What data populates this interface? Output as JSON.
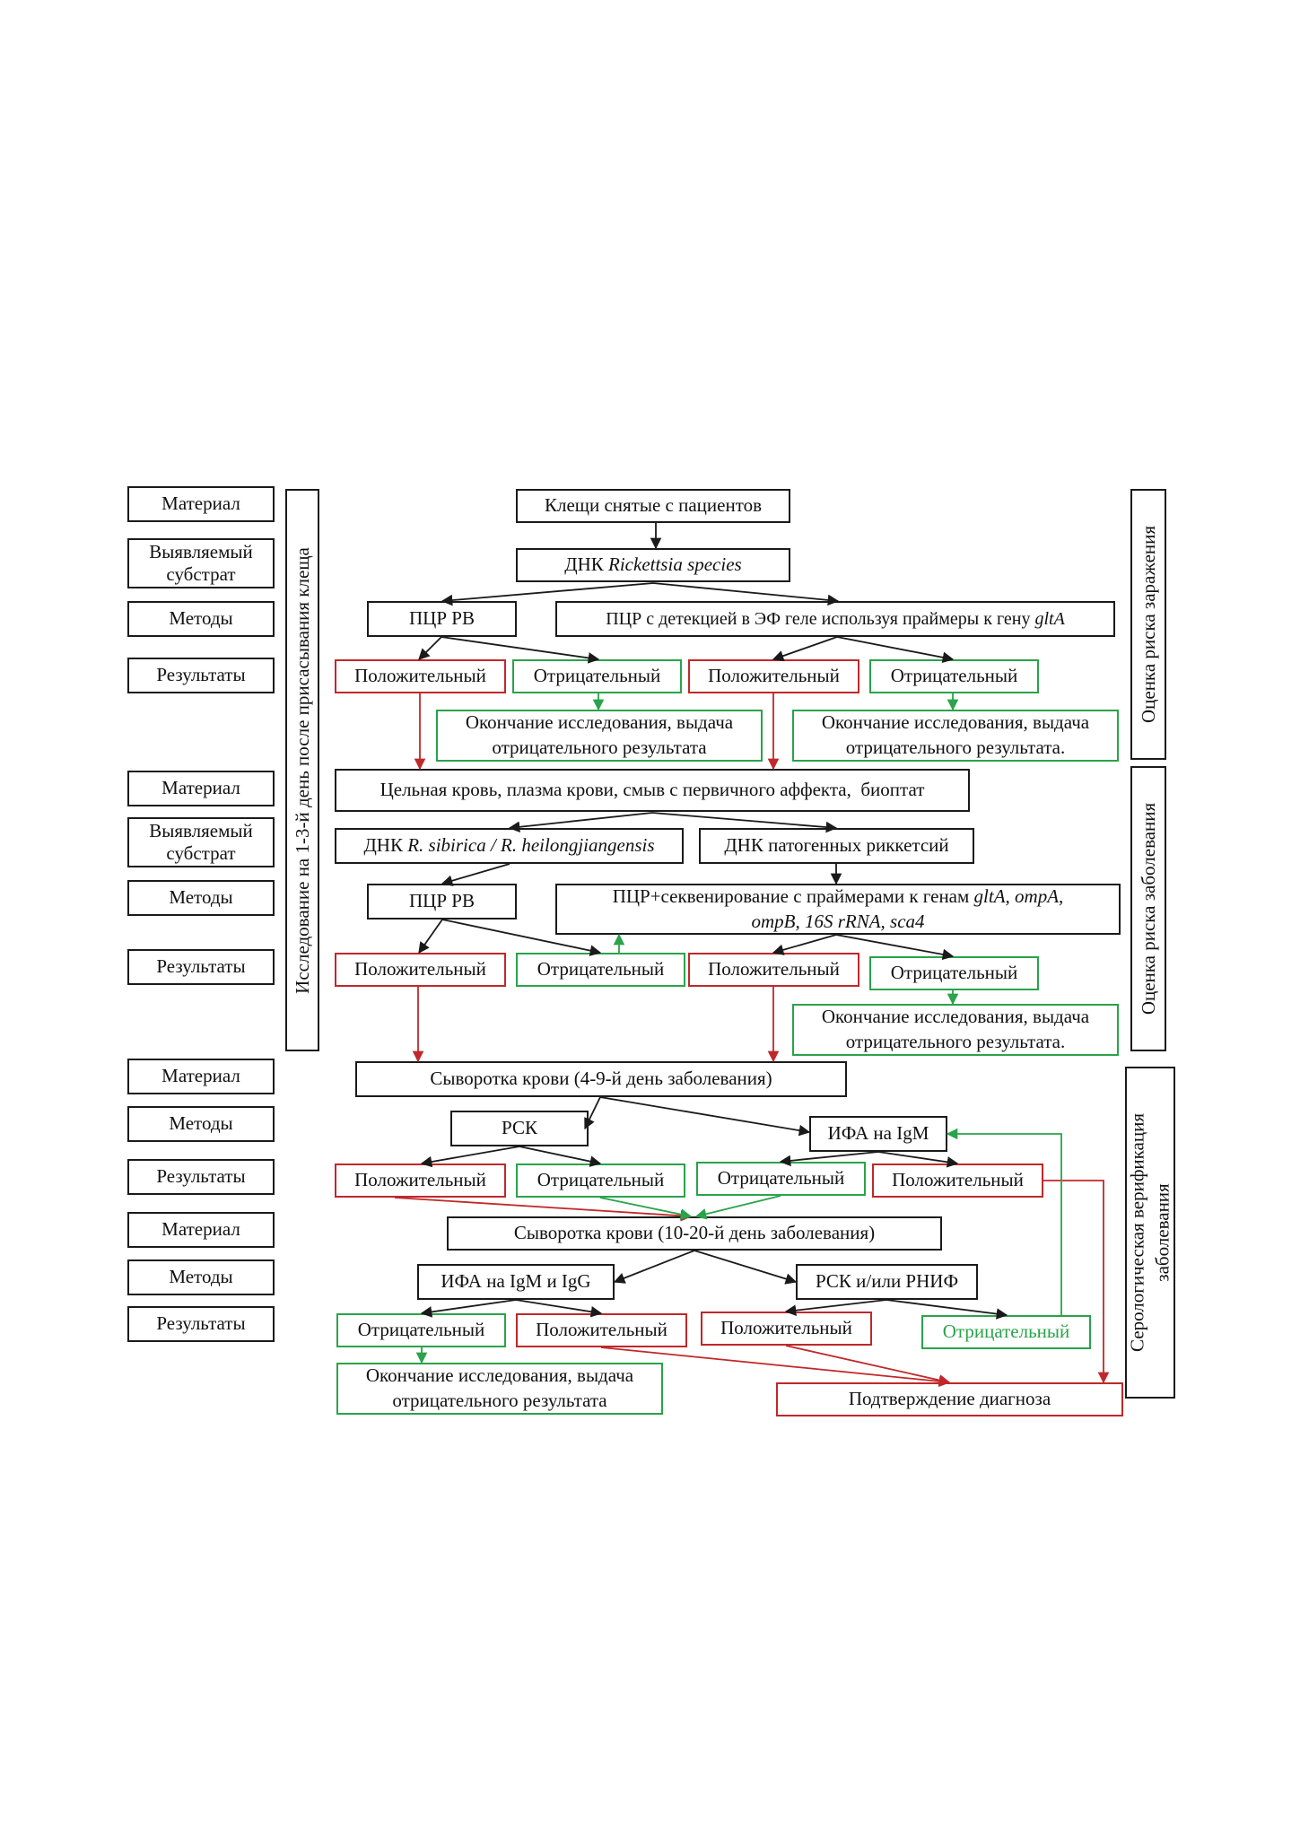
{
  "row_labels": {
    "r1": "Материал",
    "r2": "Выявляемый субстрат",
    "r3": "Методы",
    "r4": "Результаты",
    "r5": "Материал",
    "r6": "Выявляемый субстрат",
    "r7": "Методы",
    "r8": "Результаты",
    "r9": "Материал",
    "r10": "Методы",
    "r11": "Результаты",
    "r12": "Материал",
    "r13": "Методы",
    "r14": "Результаты"
  },
  "side_labels": {
    "left": "Исследование на 1-3-й день после присасывания клеща",
    "right_top": "Оценка риска заражения",
    "right_mid": "Оценка риска заболевания",
    "right_bottom_1": "Серологическая верификация",
    "right_bottom_2": "заболевания"
  },
  "stage1": {
    "material": "Клещи снятые с пациентов",
    "substrate_prefix": "ДНК ",
    "substrate_italic": "Rickettsia species",
    "method_left": "ПЦР РВ",
    "method_right_prefix": "ПЦР с детекцией в ЭФ геле используя праймеры к гену ",
    "method_right_italic": "gltA",
    "res_pos_1": "Положительный",
    "res_neg_1": "Отрицательный",
    "res_pos_2": "Положительный",
    "res_neg_2": "Отрицательный",
    "end_left_1": "Окончание исследования, выдача",
    "end_left_2": "отрицательного результата",
    "end_right_1": "Окончание исследования, выдача",
    "end_right_2": "отрицательного результата."
  },
  "stage2": {
    "material": "Цельная кровь, плазма крови, смыв с первичного аффекта,  биоптат",
    "substrate_left_prefix": "ДНК ",
    "substrate_left_italic": "R. sibirica / R. heilongjiangensis",
    "substrate_right": "ДНК патогенных риккетсий",
    "method_left": "ПЦР РВ",
    "method_right_1_prefix": "ПЦР+секвенирование с праймерами к генам ",
    "method_right_1_italic": "gltA, ompA,",
    "method_right_2_italic": "ompB, 16S rRNA, sca4",
    "res_pos_1": "Положительный",
    "res_neg_1": "Отрицательный",
    "res_pos_2": "Положительный",
    "res_neg_2": "Отрицательный",
    "end_right_1": "Окончание исследования, выдача",
    "end_right_2": "отрицательного результата."
  },
  "stage3": {
    "material": "Сыворотка крови (4-9-й день заболевания)",
    "method_left": "РСК",
    "method_right": "ИФА на IgM",
    "res_pos_1": "Положительный",
    "res_neg_1": "Отрицательный",
    "res_neg_2": "Отрицательный",
    "res_pos_2": "Положительный"
  },
  "stage4": {
    "material": "Сыворотка крови (10-20-й день заболевания)",
    "method_left": "ИФА на IgM и IgG",
    "method_right": "РСК и/или РНИФ",
    "res_neg_1": "Отрицательный",
    "res_pos_1": "Положительный",
    "res_pos_2": "Положительный",
    "res_neg_2": "Отрицательный",
    "end_left_1": "Окончание исследования, выдача",
    "end_left_2": "отрицательного результата",
    "confirm": "Подтверждение диагноза"
  },
  "colors": {
    "black": "#1a1a1a",
    "red": "#c0282a",
    "green": "#2aa34a"
  }
}
